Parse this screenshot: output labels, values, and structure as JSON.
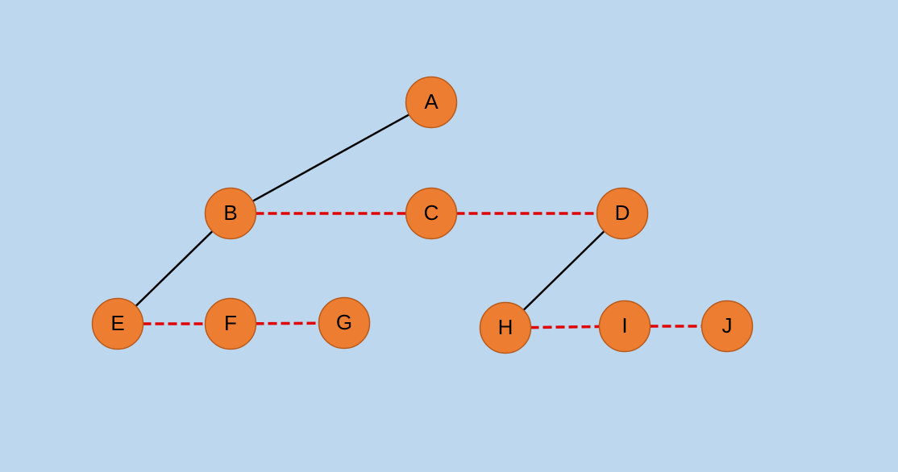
{
  "diagram": {
    "background_color": "#bdd7ee",
    "node_fill_color": "#ed7d31",
    "node_stroke_color": "#b85a1c",
    "tree_edge_color": "#000000",
    "link_edge_color": "#e00000",
    "nodes": [
      {
        "id": "A",
        "label": "A"
      },
      {
        "id": "B",
        "label": "B"
      },
      {
        "id": "C",
        "label": "C"
      },
      {
        "id": "D",
        "label": "D"
      },
      {
        "id": "E",
        "label": "E"
      },
      {
        "id": "F",
        "label": "F"
      },
      {
        "id": "G",
        "label": "G"
      },
      {
        "id": "H",
        "label": "H"
      },
      {
        "id": "I",
        "label": "I"
      },
      {
        "id": "J",
        "label": "J"
      }
    ],
    "tree_edges": [
      {
        "from": "A",
        "to": "B"
      },
      {
        "from": "B",
        "to": "E"
      },
      {
        "from": "D",
        "to": "H"
      }
    ],
    "link_edges": [
      {
        "from": "B",
        "to": "C"
      },
      {
        "from": "C",
        "to": "D"
      },
      {
        "from": "E",
        "to": "F"
      },
      {
        "from": "F",
        "to": "G"
      },
      {
        "from": "H",
        "to": "I"
      },
      {
        "from": "I",
        "to": "J"
      }
    ]
  }
}
